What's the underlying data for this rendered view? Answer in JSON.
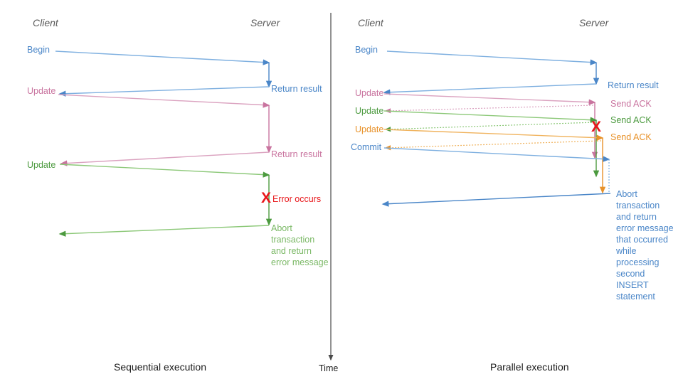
{
  "colors": {
    "blue": "#4a86c8",
    "blue_light": "#7fb0e0",
    "pink": "#c9749f",
    "pink_light": "#dba3c0",
    "green": "#4c9a3f",
    "green_light": "#8cc878",
    "orange": "#e8922a",
    "orange_light": "#f0b35e",
    "red": "#e8161a",
    "gray": "#5a5a5a",
    "black": "#1a1a1a"
  },
  "time_axis": {
    "label": "Time"
  },
  "left": {
    "caption": "Sequential execution",
    "lanes": {
      "client": "Client",
      "server": "Server"
    },
    "messages": [
      {
        "label": "Begin",
        "color": "blue",
        "dir": "to-server"
      },
      {
        "label": "Return result",
        "color": "blue",
        "dir": "to-client"
      },
      {
        "label": "Update",
        "color": "pink",
        "dir": "to-server"
      },
      {
        "label": "Return result",
        "color": "pink",
        "dir": "to-client"
      },
      {
        "label": "Update",
        "color": "green",
        "dir": "to-server"
      },
      {
        "label": "Error occurs",
        "color": "red",
        "dir": "marker"
      },
      {
        "label": "Abort transaction and return error message",
        "color": "green",
        "dir": "to-client"
      }
    ],
    "error_marker": "X",
    "error_text": "Error occurs",
    "abort_lines": [
      "Abort",
      "transaction",
      "and return",
      "error message"
    ]
  },
  "right": {
    "caption": "Parallel execution",
    "lanes": {
      "client": "Client",
      "server": "Server"
    },
    "messages": [
      {
        "label": "Begin",
        "color": "blue",
        "dir": "to-server"
      },
      {
        "label": "Return result",
        "color": "blue",
        "dir": "to-client"
      },
      {
        "label": "Update",
        "color": "pink",
        "dir": "to-server"
      },
      {
        "label": "Send ACK",
        "color": "pink",
        "dir": "to-client",
        "style": "dotted"
      },
      {
        "label": "Update",
        "color": "green",
        "dir": "to-server"
      },
      {
        "label": "Send ACK",
        "color": "green",
        "dir": "to-client",
        "style": "dotted"
      },
      {
        "label": "Update",
        "color": "orange",
        "dir": "to-server"
      },
      {
        "label": "Send ACK",
        "color": "orange",
        "dir": "to-client",
        "style": "dotted"
      },
      {
        "label": "Commit",
        "color": "blue",
        "dir": "to-server"
      },
      {
        "label": "Abort transaction and return error message that occurred while processing second INSERT statement",
        "color": "blue",
        "dir": "to-client"
      }
    ],
    "error_marker": "X",
    "abort_lines": [
      "Abort",
      "transaction",
      "and return",
      "error message",
      "that occurred",
      "while",
      "processing",
      "second",
      "INSERT",
      "statement"
    ],
    "client_labels": [
      "Begin",
      "Update",
      "Update",
      "Update",
      "Commit"
    ],
    "server_labels": [
      "Return result",
      "Send ACK",
      "Send ACK",
      "Send ACK"
    ]
  }
}
